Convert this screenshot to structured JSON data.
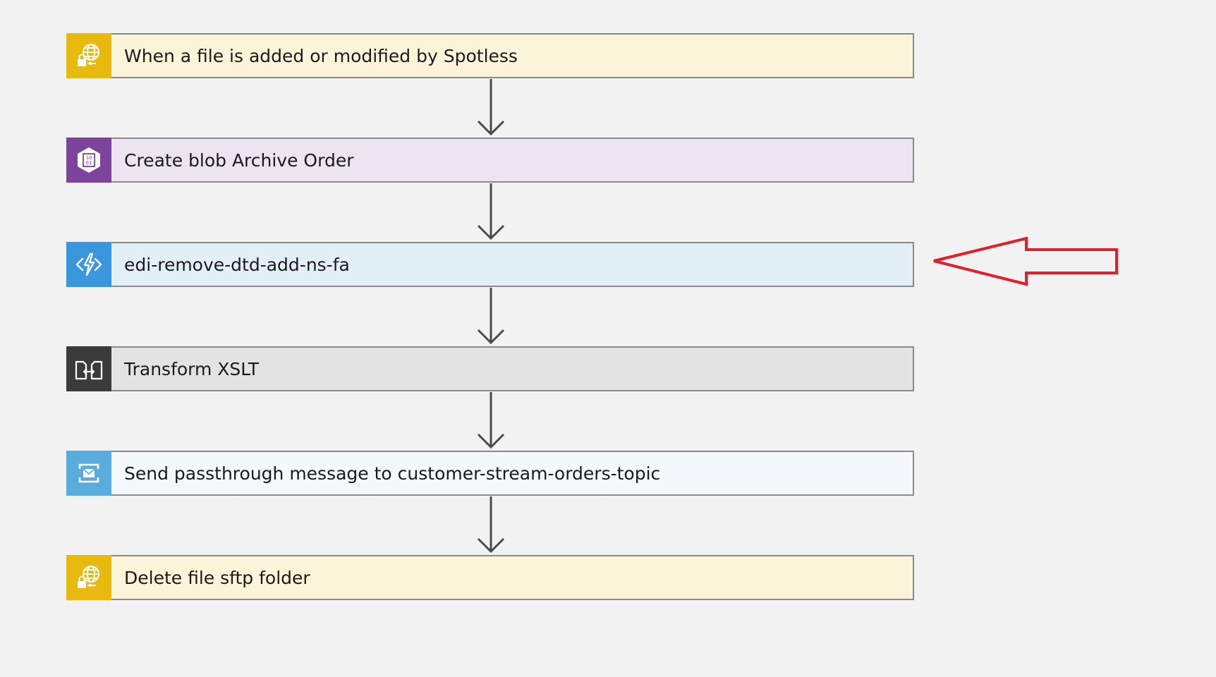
{
  "workflow": {
    "steps": [
      {
        "label": "When a file is added or modified by Spotless",
        "icon": "sftp-globe-lock-icon",
        "accent": "#e8b90f",
        "background": "#fcf4d9"
      },
      {
        "label": "Create blob Archive Order",
        "icon": "blob-storage-icon",
        "accent": "#7c449b",
        "background": "#ece5f1"
      },
      {
        "label": "edi-remove-dtd-add-ns-fa",
        "icon": "azure-function-icon",
        "accent": "#3a96dd",
        "background": "#e3eff6"
      },
      {
        "label": "Transform XSLT",
        "icon": "xslt-transform-icon",
        "accent": "#3b3b3b",
        "background": "#e3e3e3"
      },
      {
        "label": "Send passthrough message to customer-stream-orders-topic",
        "icon": "service-bus-icon",
        "accent": "#5aacdc",
        "background": "#f4f7fb"
      },
      {
        "label": "Delete file sftp folder",
        "icon": "sftp-globe-lock-icon",
        "accent": "#e8b90f",
        "background": "#fcf4d9"
      }
    ]
  },
  "colors": {
    "canvas_background": "#f2f2f2",
    "connector": "#4a4a4a",
    "callout_arrow": "#e0202a"
  }
}
